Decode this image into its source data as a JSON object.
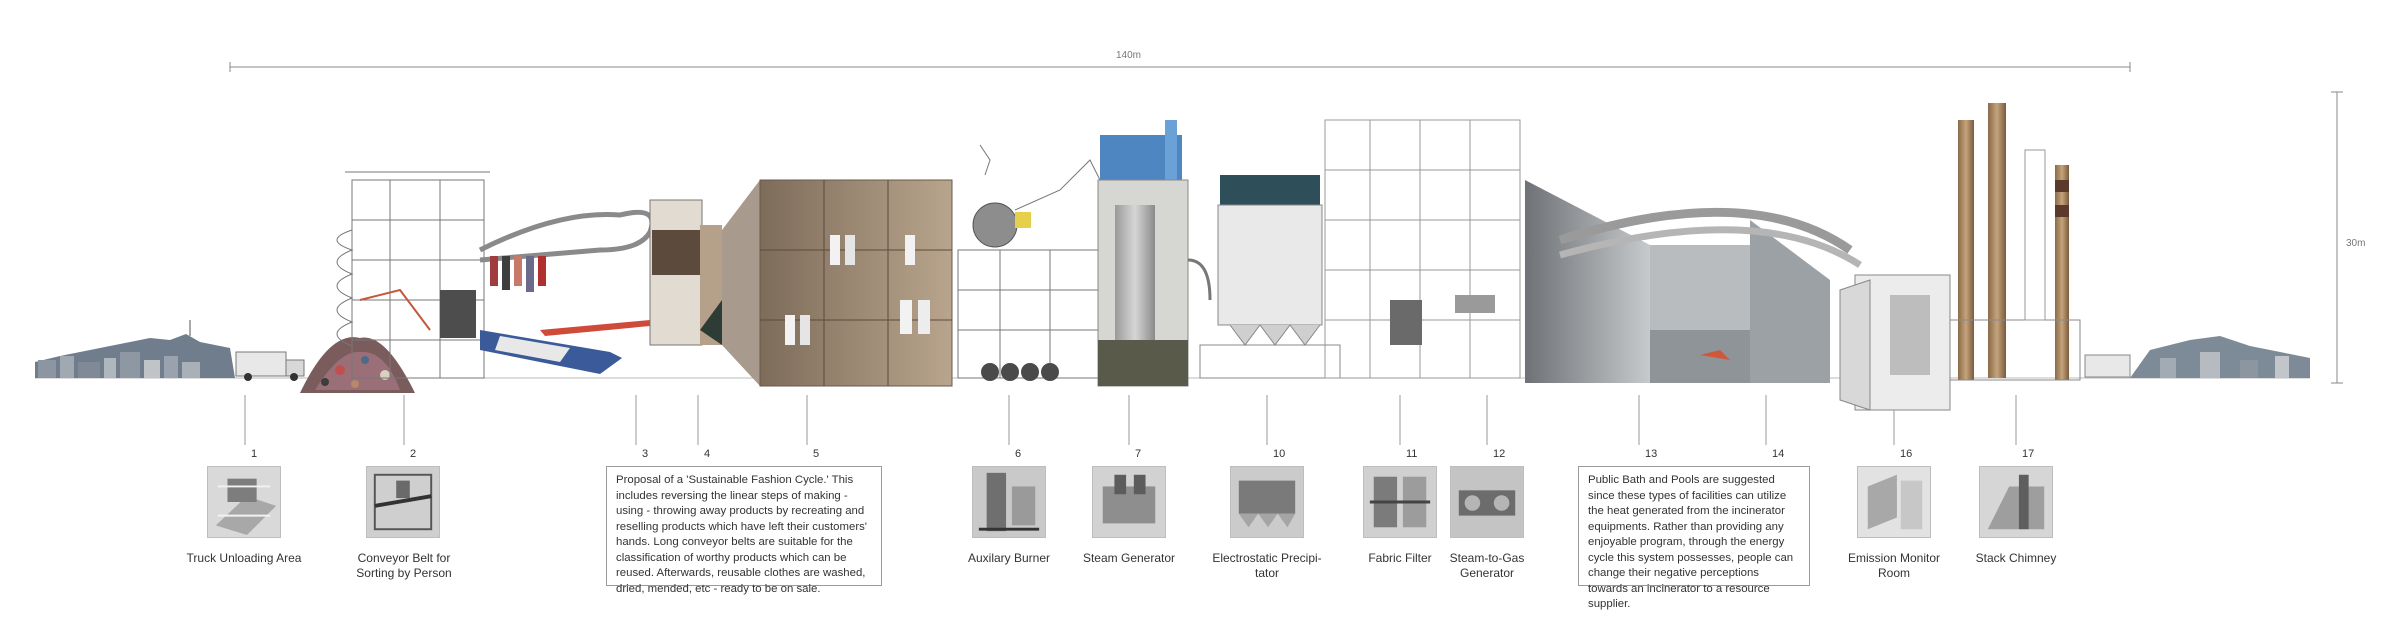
{
  "dimensions": {
    "width_label": "140m",
    "height_label": "30m"
  },
  "stations": [
    {
      "num": "1",
      "caption": "Truck Unloading Area",
      "thumb_icon": "truck-unloading-icon"
    },
    {
      "num": "2",
      "caption": "Conveyor Belt for Sorting by Person",
      "thumb_icon": "conveyor-icon"
    },
    {
      "num": "3",
      "caption": "",
      "thumb_icon": ""
    },
    {
      "num": "4",
      "caption": "",
      "thumb_icon": ""
    },
    {
      "num": "5",
      "caption": "",
      "thumb_icon": ""
    },
    {
      "num": "6",
      "caption": "Auxilary Burner",
      "thumb_icon": "burner-icon"
    },
    {
      "num": "7",
      "caption": "Steam Generator",
      "thumb_icon": "steam-generator-icon"
    },
    {
      "num": "10",
      "caption": "Electrostatic Precipi-tator",
      "thumb_icon": "precipitator-icon"
    },
    {
      "num": "11",
      "caption": "Fabric Filter",
      "thumb_icon": "filter-icon"
    },
    {
      "num": "12",
      "caption": "Steam-to-Gas Generator",
      "thumb_icon": "gas-generator-icon"
    },
    {
      "num": "13",
      "caption": "",
      "thumb_icon": ""
    },
    {
      "num": "14",
      "caption": "",
      "thumb_icon": ""
    },
    {
      "num": "16",
      "caption": "Emission Monitor Room",
      "thumb_icon": "monitor-room-icon"
    },
    {
      "num": "17",
      "caption": "Stack Chimney",
      "thumb_icon": "chimney-icon"
    }
  ],
  "fashion_note": "Proposal of a 'Sustainable Fashion Cycle.' This includes reversing the linear steps of making - using - throwing away products by recreating and reselling products which have left their customers' hands. Long conveyor belts are suitable for the classification of worthy products which can be reused. Afterwards, reusable clothes are washed, dried, mended, etc - ready to be on sale.",
  "bath_note": "Public Bath and Pools are suggested since these types of facilities can utilize the heat generated from the incinerator equipments. Rather than providing any enjoyable program, through the energy cycle this system possesses, people can change their negative perceptions towards an incinerator to a resource supplier."
}
